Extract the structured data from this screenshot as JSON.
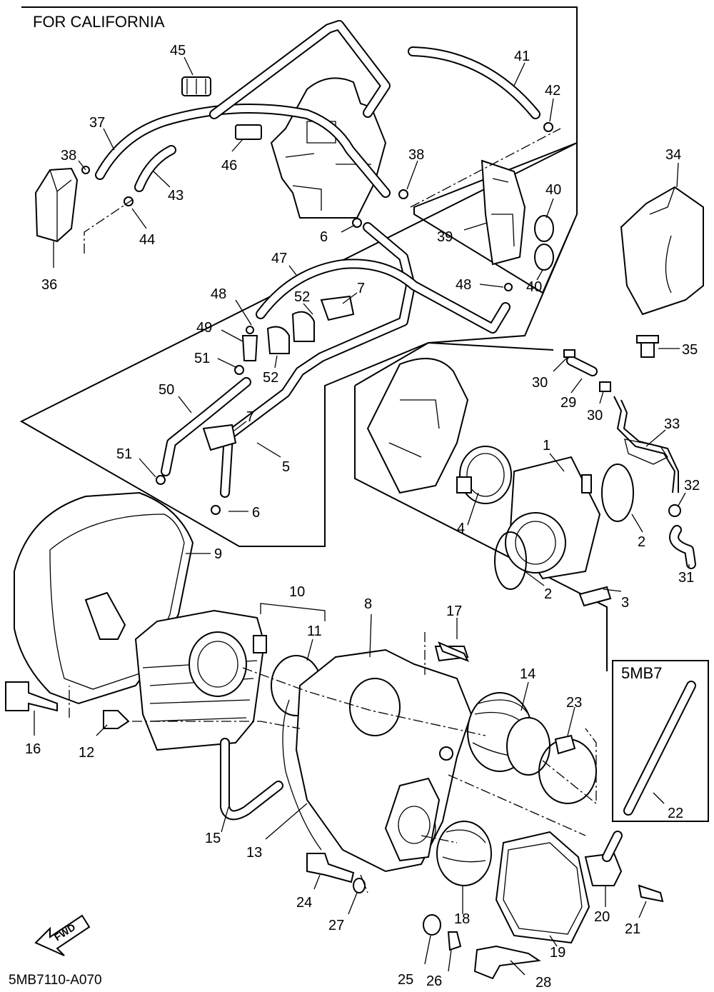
{
  "california_box": {
    "title": "FOR CALIFORNIA"
  },
  "variant_box": {
    "title": "5MB7"
  },
  "diagram_code": "5MB7110-A070",
  "fwd_arrow": {
    "label": "FWD"
  },
  "callouts": [
    "1",
    "2",
    "2",
    "3",
    "4",
    "5",
    "6",
    "6",
    "7",
    "7",
    "8",
    "9",
    "10",
    "11",
    "12",
    "13",
    "14",
    "15",
    "16",
    "17",
    "18",
    "19",
    "20",
    "21",
    "22",
    "23",
    "24",
    "25",
    "26",
    "27",
    "28",
    "29",
    "30",
    "30",
    "31",
    "32",
    "33",
    "34",
    "35",
    "36",
    "37",
    "38",
    "38",
    "39",
    "40",
    "40",
    "41",
    "42",
    "43",
    "44",
    "45",
    "46",
    "47",
    "48",
    "48",
    "49",
    "50",
    "51",
    "51",
    "52",
    "52"
  ]
}
